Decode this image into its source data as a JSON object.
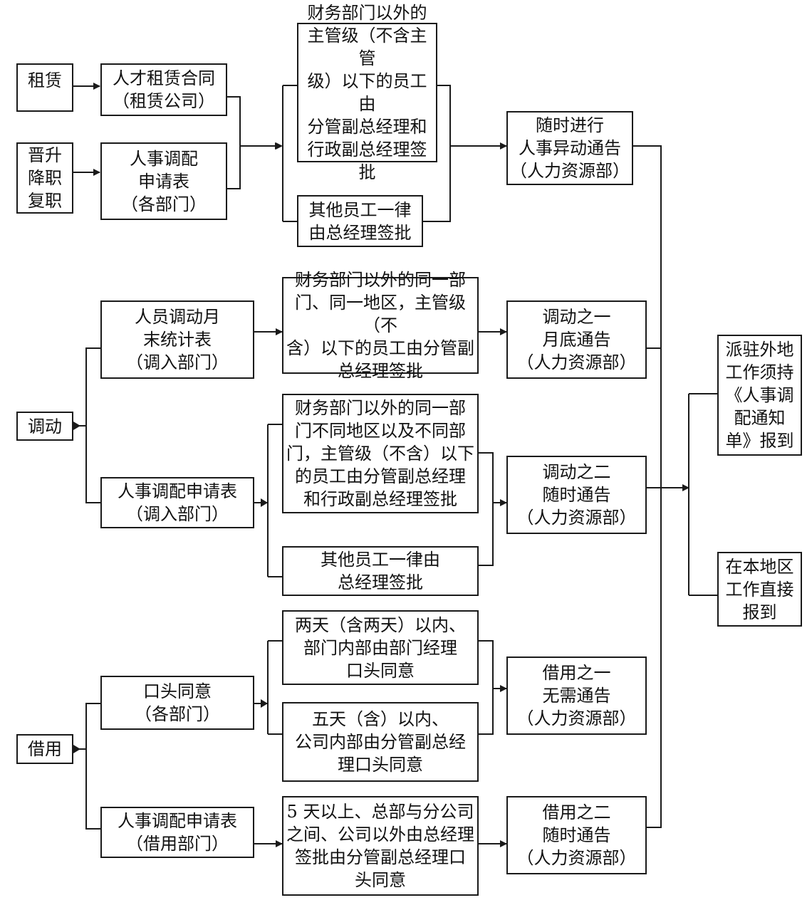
{
  "nodes": {
    "lease": "租赁",
    "lease_contract": "人才租赁合同\n（租赁公司）",
    "promotion": "晋升\n降职\n复职",
    "transfer_form_depts": "人事调配\n申请表\n（各部门）",
    "approval_supervisor": "财务部门以外的\n主管级（不含主管\n级）以下的员工由\n分管副总经理和\n行政副总经理签\n批",
    "approval_others_gm": "其他员工一律\n由总经理签批",
    "notice_anytime": "随时进行\n人事异动通告\n（人力资源部）",
    "transfer": "调动",
    "monthly_stats": "人员调动月\n末统计表\n（调入部门）",
    "approval_same_region": "财务部门以外的同一部\n门、同一地区，主管级（不\n含）以下的员工由分管副\n总经理签批",
    "notice_transfer_one": "调动之一\n月底通告\n（人力资源部）",
    "transfer_form_in": "人事调配申请表\n（调入部门）",
    "approval_diff_region": "财务部门以外的同一部\n门不同地区以及不同部\n门，主管级（不含）以下\n的员工由分管副总经理\n和行政副总经理签批",
    "approval_others_gm_2": "其他员工一律由\n总经理签批",
    "notice_transfer_two": "调动之二\n随时通告\n（人力资源部）",
    "report_offsite": "派驻外地\n工作须持\n《人事调\n配通知\n单》报到",
    "report_local": "在本地区\n工作直接\n报到",
    "borrow": "借用",
    "verbal_consent": "口头同意\n（各部门）",
    "two_days": "两天（含两天）以内、\n部门内部由部门经理\n口头同意",
    "five_days": "五天（含）以内、\n公司内部由分管副总经\n理口头同意",
    "notice_borrow_one": "借用之一\n无需通告\n（人力资源部）",
    "borrow_form": "人事调配申请表\n（借用部门）",
    "over_five_days": "5 天以上、总部与分公司\n之间、公司以外由总经理\n签批由分管副总经理口\n头同意",
    "notice_borrow_two": "借用之二\n随时通告\n（人力资源部）"
  },
  "colors": {
    "line": "#1a1a1a",
    "background": "#ffffff"
  }
}
